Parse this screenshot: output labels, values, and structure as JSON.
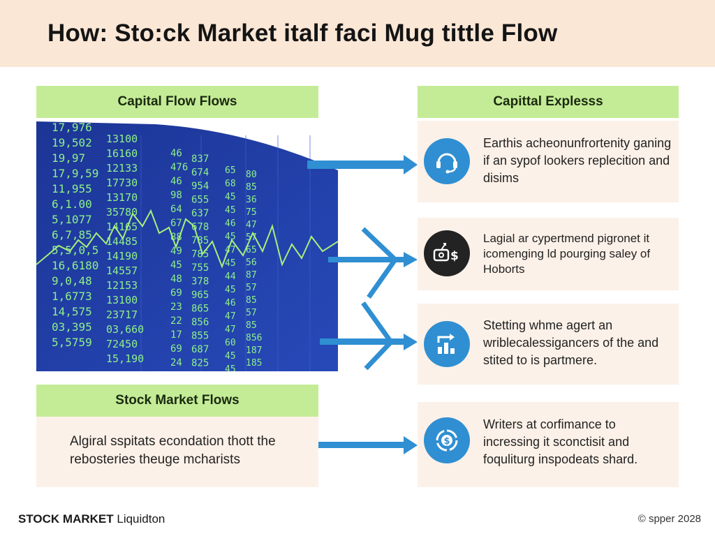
{
  "header": {
    "title": "How: Sto:ck  Market italf faci Mug tittle Flow"
  },
  "left": {
    "label_top": "Capital Flow Flows",
    "label_bottom": "Stock Market Flows",
    "bottom_text": "Algiral sspitats econdation thott the rebosteries theuge mcharists"
  },
  "ticker": {
    "col1": [
      "17,976",
      "19,502",
      "19,97",
      "17,9,59",
      "11,955",
      "6,1.00",
      "5,1077",
      "6,7,85",
      "5,5,0,5",
      "16,6180",
      "9,0,48",
      "1,6773",
      "14,575",
      "03,395",
      "5,5759"
    ],
    "col2": [
      "13100",
      "16160",
      "12133",
      "17730",
      "13170",
      "35780",
      "14165",
      "14485",
      "14190",
      "14557",
      "12153",
      "13100",
      "23717",
      "03,660",
      "72450",
      "15,190"
    ],
    "col3": [
      "46",
      "476",
      "46",
      "98",
      "64",
      "67",
      "88",
      "49",
      "45",
      "48",
      "69",
      "23",
      "22",
      "17",
      "69",
      "24"
    ],
    "col4": [
      "837",
      "674",
      "954",
      "655",
      "637",
      "678",
      "785",
      "785",
      "755",
      "378",
      "965",
      "865",
      "856",
      "855",
      "687",
      "825"
    ],
    "col5": [
      "65",
      "68",
      "45",
      "45",
      "46",
      "45",
      "47",
      "45",
      "44",
      "45",
      "46",
      "47",
      "47",
      "60",
      "45",
      "45"
    ],
    "col6": [
      "80",
      "85",
      "36",
      "75",
      "47",
      "57",
      "65",
      "56",
      "87",
      "57",
      "85",
      "57",
      "85",
      "856",
      "187",
      "185"
    ]
  },
  "cards": [
    {
      "text": "Earthis acheonunfrortenity ganing if an sypof lookers replecition and disims",
      "icon": "headset-icon",
      "color": "#2f8fd2"
    },
    {
      "text": "Lagial ar cypertmend pigronet it icomenging ld pourging saley of Hoborts",
      "icon": "money-icon",
      "color": "#232323"
    },
    {
      "text": "Stetting whme agert an wriblecalessigancers of the and stited to is partmere.",
      "icon": "growth-chart-icon",
      "color": "#2f8fd2"
    },
    {
      "text": "Writers at corfimance to incressing it sconctisit and foquliturg inspodeats shard.",
      "icon": "dollar-cycle-icon",
      "color": "#2f8fd2"
    }
  ],
  "right": {
    "label_top": "Capittal Explesss"
  },
  "footer": {
    "left_bold": "STOCK MARKET",
    "left_regular": "Liquidton",
    "right": "© spper 2028"
  },
  "colors": {
    "header_bg": "#fbe7d6",
    "label_green": "#c4ec96",
    "panel_bg": "#fcf1e8",
    "arrow_blue": "#2f8fd2",
    "ticker_bg": "#1f3a9c",
    "ticker_green": "#7fe07a"
  }
}
